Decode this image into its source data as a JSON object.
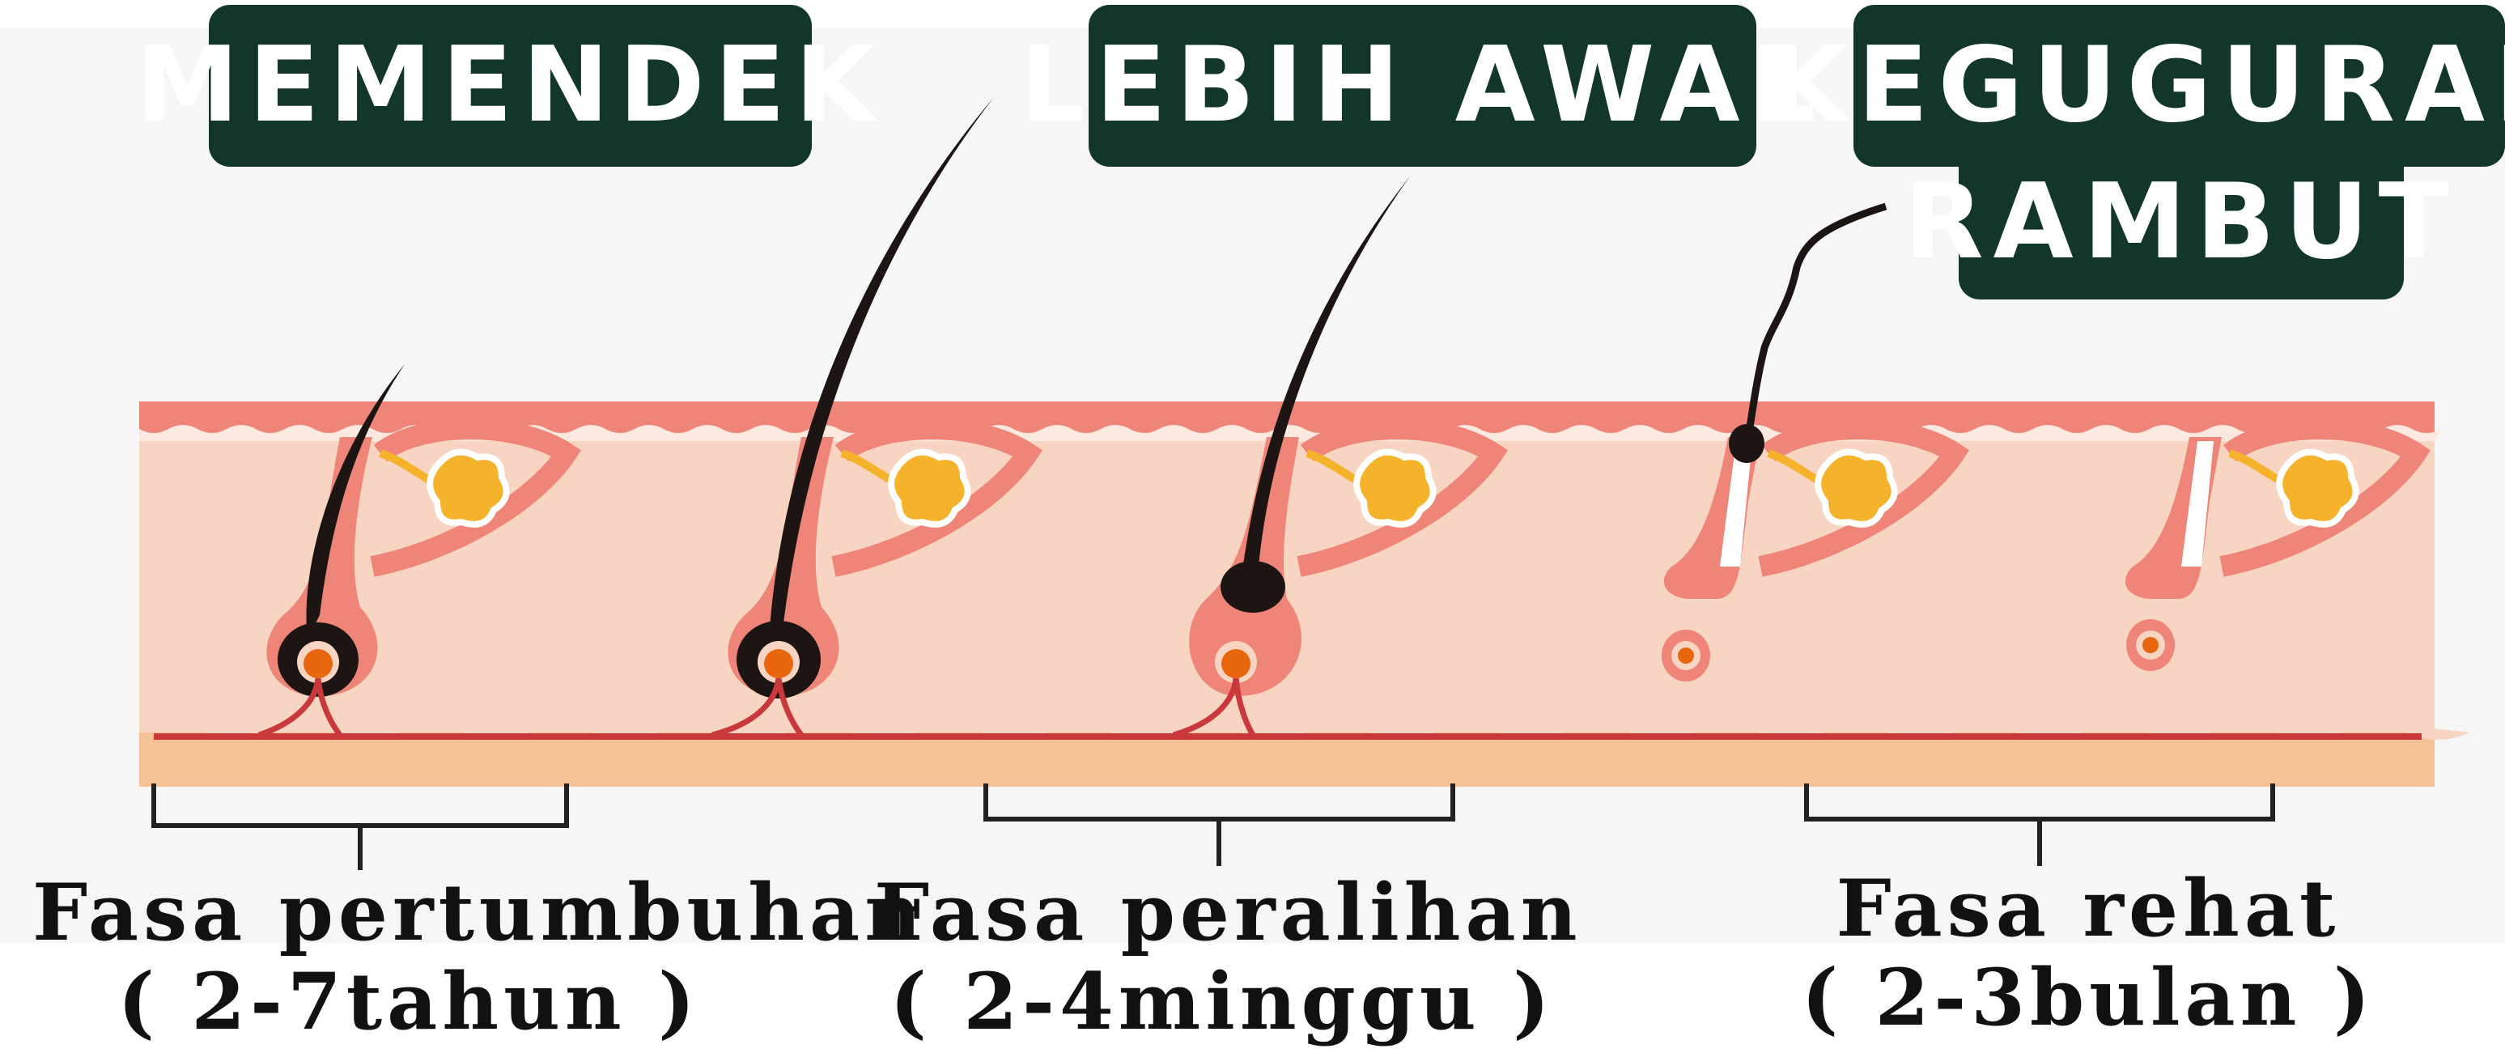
{
  "labels": {
    "shortened": "MEMENDEK",
    "earlier": "LEBIH AWAL",
    "hair_loss_line1": "KEGUGURAN",
    "hair_loss_line2": "RAMBUT"
  },
  "phases": [
    {
      "title": "Fasa pertumbuhan",
      "duration": "( 2-7tahun )"
    },
    {
      "title": "Fasa peralihan",
      "duration": "( 2-4minggu )"
    },
    {
      "title": "Fasa rehat",
      "duration": "( 2-3bulan )"
    }
  ],
  "colors": {
    "tag_background": "#12372a",
    "skin": "#f8d5c2",
    "epidermis": "#ee8578",
    "hair": "#1d1414",
    "gland": "#f4b32b",
    "papilla": "#e8660e",
    "vessel": "#c9383a",
    "fat_layer": "#f5c196"
  }
}
